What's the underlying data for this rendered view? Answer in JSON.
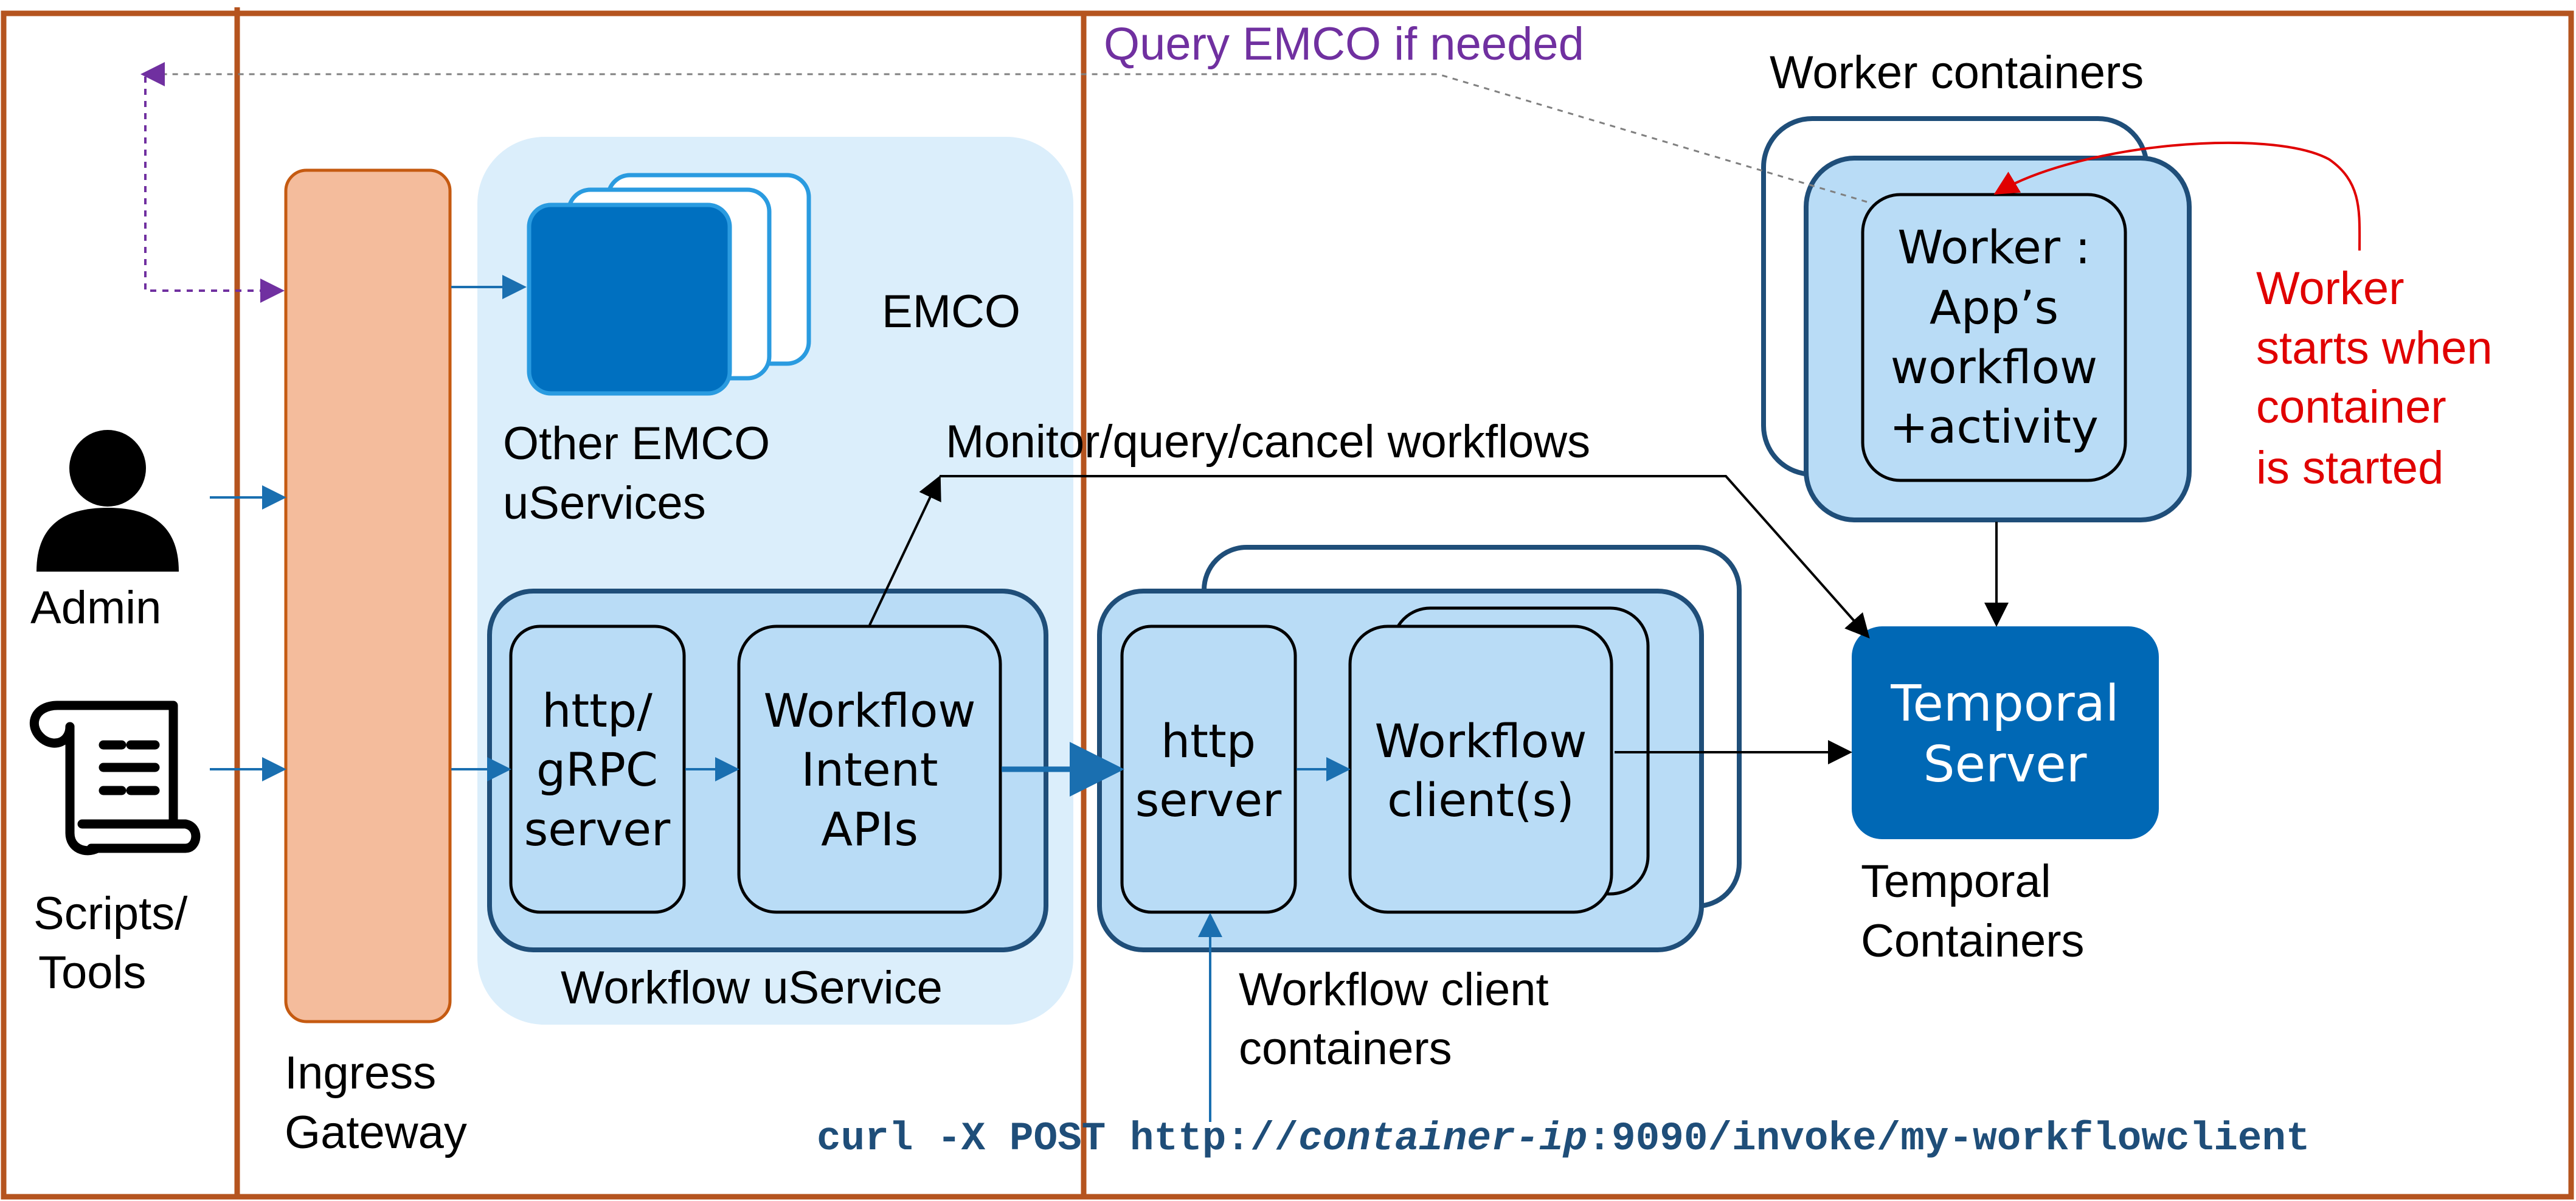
{
  "colors": {
    "frame": "#b5541f",
    "ingress": "#f4bc9c",
    "ingress_stroke": "#c55a11",
    "emco_area": "#dbeefb",
    "box_fill": "#b9dcf6",
    "box_stroke": "#1f4e79",
    "service_fill": "#0070c0",
    "service_stroke": "#2a9be0",
    "temporal": "#0068b5",
    "arrow_blue": "#1a6fb0",
    "query": "#7030a0",
    "note_red": "#e00000"
  },
  "labels": {
    "query_emco": "Query EMCO if needed",
    "worker_containers": "Worker containers",
    "emco": "EMCO",
    "other_services_line1": "Other EMCO",
    "other_services_line2": "uServices",
    "monitor": "Monitor/query/cancel workflows",
    "admin": "Admin",
    "scripts_line1": "Scripts/",
    "scripts_line2": "Tools",
    "ingress_line1": "Ingress",
    "ingress_line2": "Gateway",
    "workflow_uservice": "Workflow uService",
    "http_grpc_line1": "http/",
    "http_grpc_line2": "gRPC",
    "http_grpc_line3": "server",
    "intent_line1": "Workflow",
    "intent_line2": "Intent",
    "intent_line3": "APIs",
    "http_server_line1": "http",
    "http_server_line2": "server",
    "wf_client_line1": "Workflow",
    "wf_client_line2": "client(s)",
    "wf_client_containers_line1": "Workflow client",
    "wf_client_containers_line2": "containers",
    "worker_line1": "Worker :",
    "worker_line2": "App’s",
    "worker_line3": "workflow",
    "worker_line4": "+activity",
    "worker_note_line1": "Worker",
    "worker_note_line2": "starts  when",
    "worker_note_line3": "container",
    "worker_note_line4": "is started",
    "temporal_server_line1": "Temporal",
    "temporal_server_line2": "Server",
    "temporal_containers_line1": "Temporal",
    "temporal_containers_line2": "Containers"
  },
  "curl": {
    "prefix": "curl -X POST http://",
    "host": "container-ip",
    "suffix": ":9090/invoke/my-workflowclient"
  },
  "icons": {
    "admin": "person-icon",
    "scripts": "scroll-icon"
  }
}
